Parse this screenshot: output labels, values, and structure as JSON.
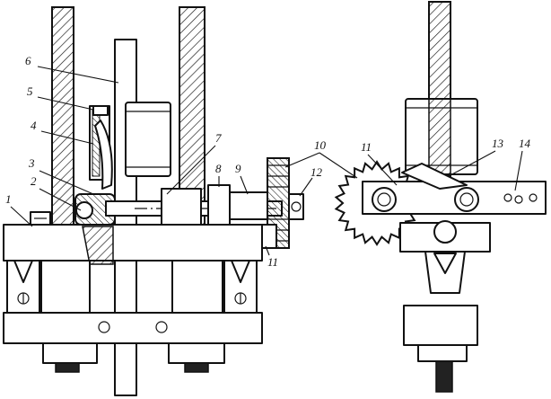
{
  "figure": {
    "labels": [
      "1",
      "2",
      "3",
      "4",
      "5",
      "6",
      "7",
      "8",
      "9",
      "10",
      "11",
      "12",
      "11",
      "13",
      "14"
    ]
  },
  "colors": {
    "ink": "#111111",
    "paper": "#ffffff",
    "hatch": "#111111"
  }
}
